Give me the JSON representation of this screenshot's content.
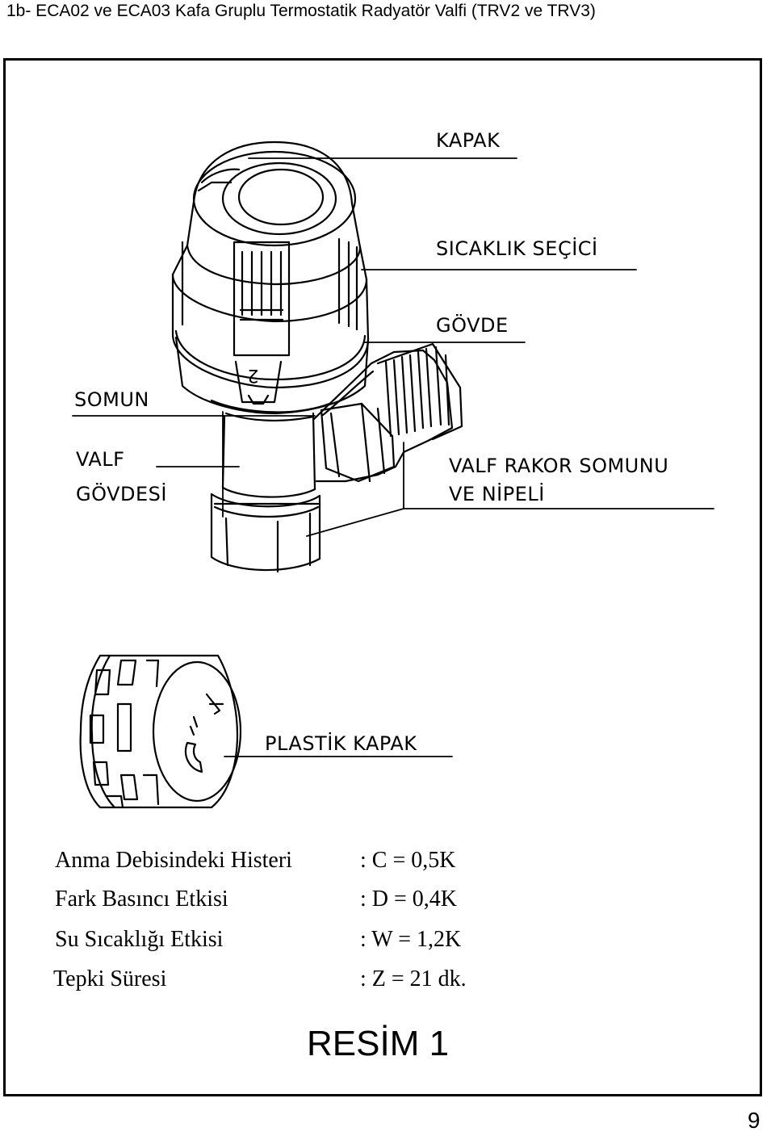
{
  "header": {
    "title": "1b- ECA02 ve ECA03 Kafa Gruplu Termostatik Radyatör Valfi (TRV2 ve TRV3)"
  },
  "figure": {
    "labels": {
      "kapak": "KAPAK",
      "sicaklik_secici": "SICAKLIK SEÇİCİ",
      "govde": "GÖVDE",
      "somun": "SOMUN",
      "valf_govdesi_1": "VALF",
      "valf_govdesi_2": "GÖVDESİ",
      "valf_rakor_1": "VALF RAKOR SOMUNU",
      "valf_rakor_2": "VE NİPELİ",
      "plastik_kapak": "PLASTİK KAPAK"
    },
    "knob_digit": "2",
    "caption": "RESİM 1"
  },
  "specs": [
    {
      "name": "Anma Debisindeki Histeri",
      "value": ": C = 0,5K"
    },
    {
      "name": "Fark Basıncı Etkisi",
      "value": ": D = 0,4K"
    },
    {
      "name": "Su Sıcaklığı Etkisi",
      "value": ": W = 1,2K"
    },
    {
      "name": "Tepki Süresi",
      "value": ": Z = 21 dk."
    }
  ],
  "footer": {
    "page_number": "9"
  }
}
